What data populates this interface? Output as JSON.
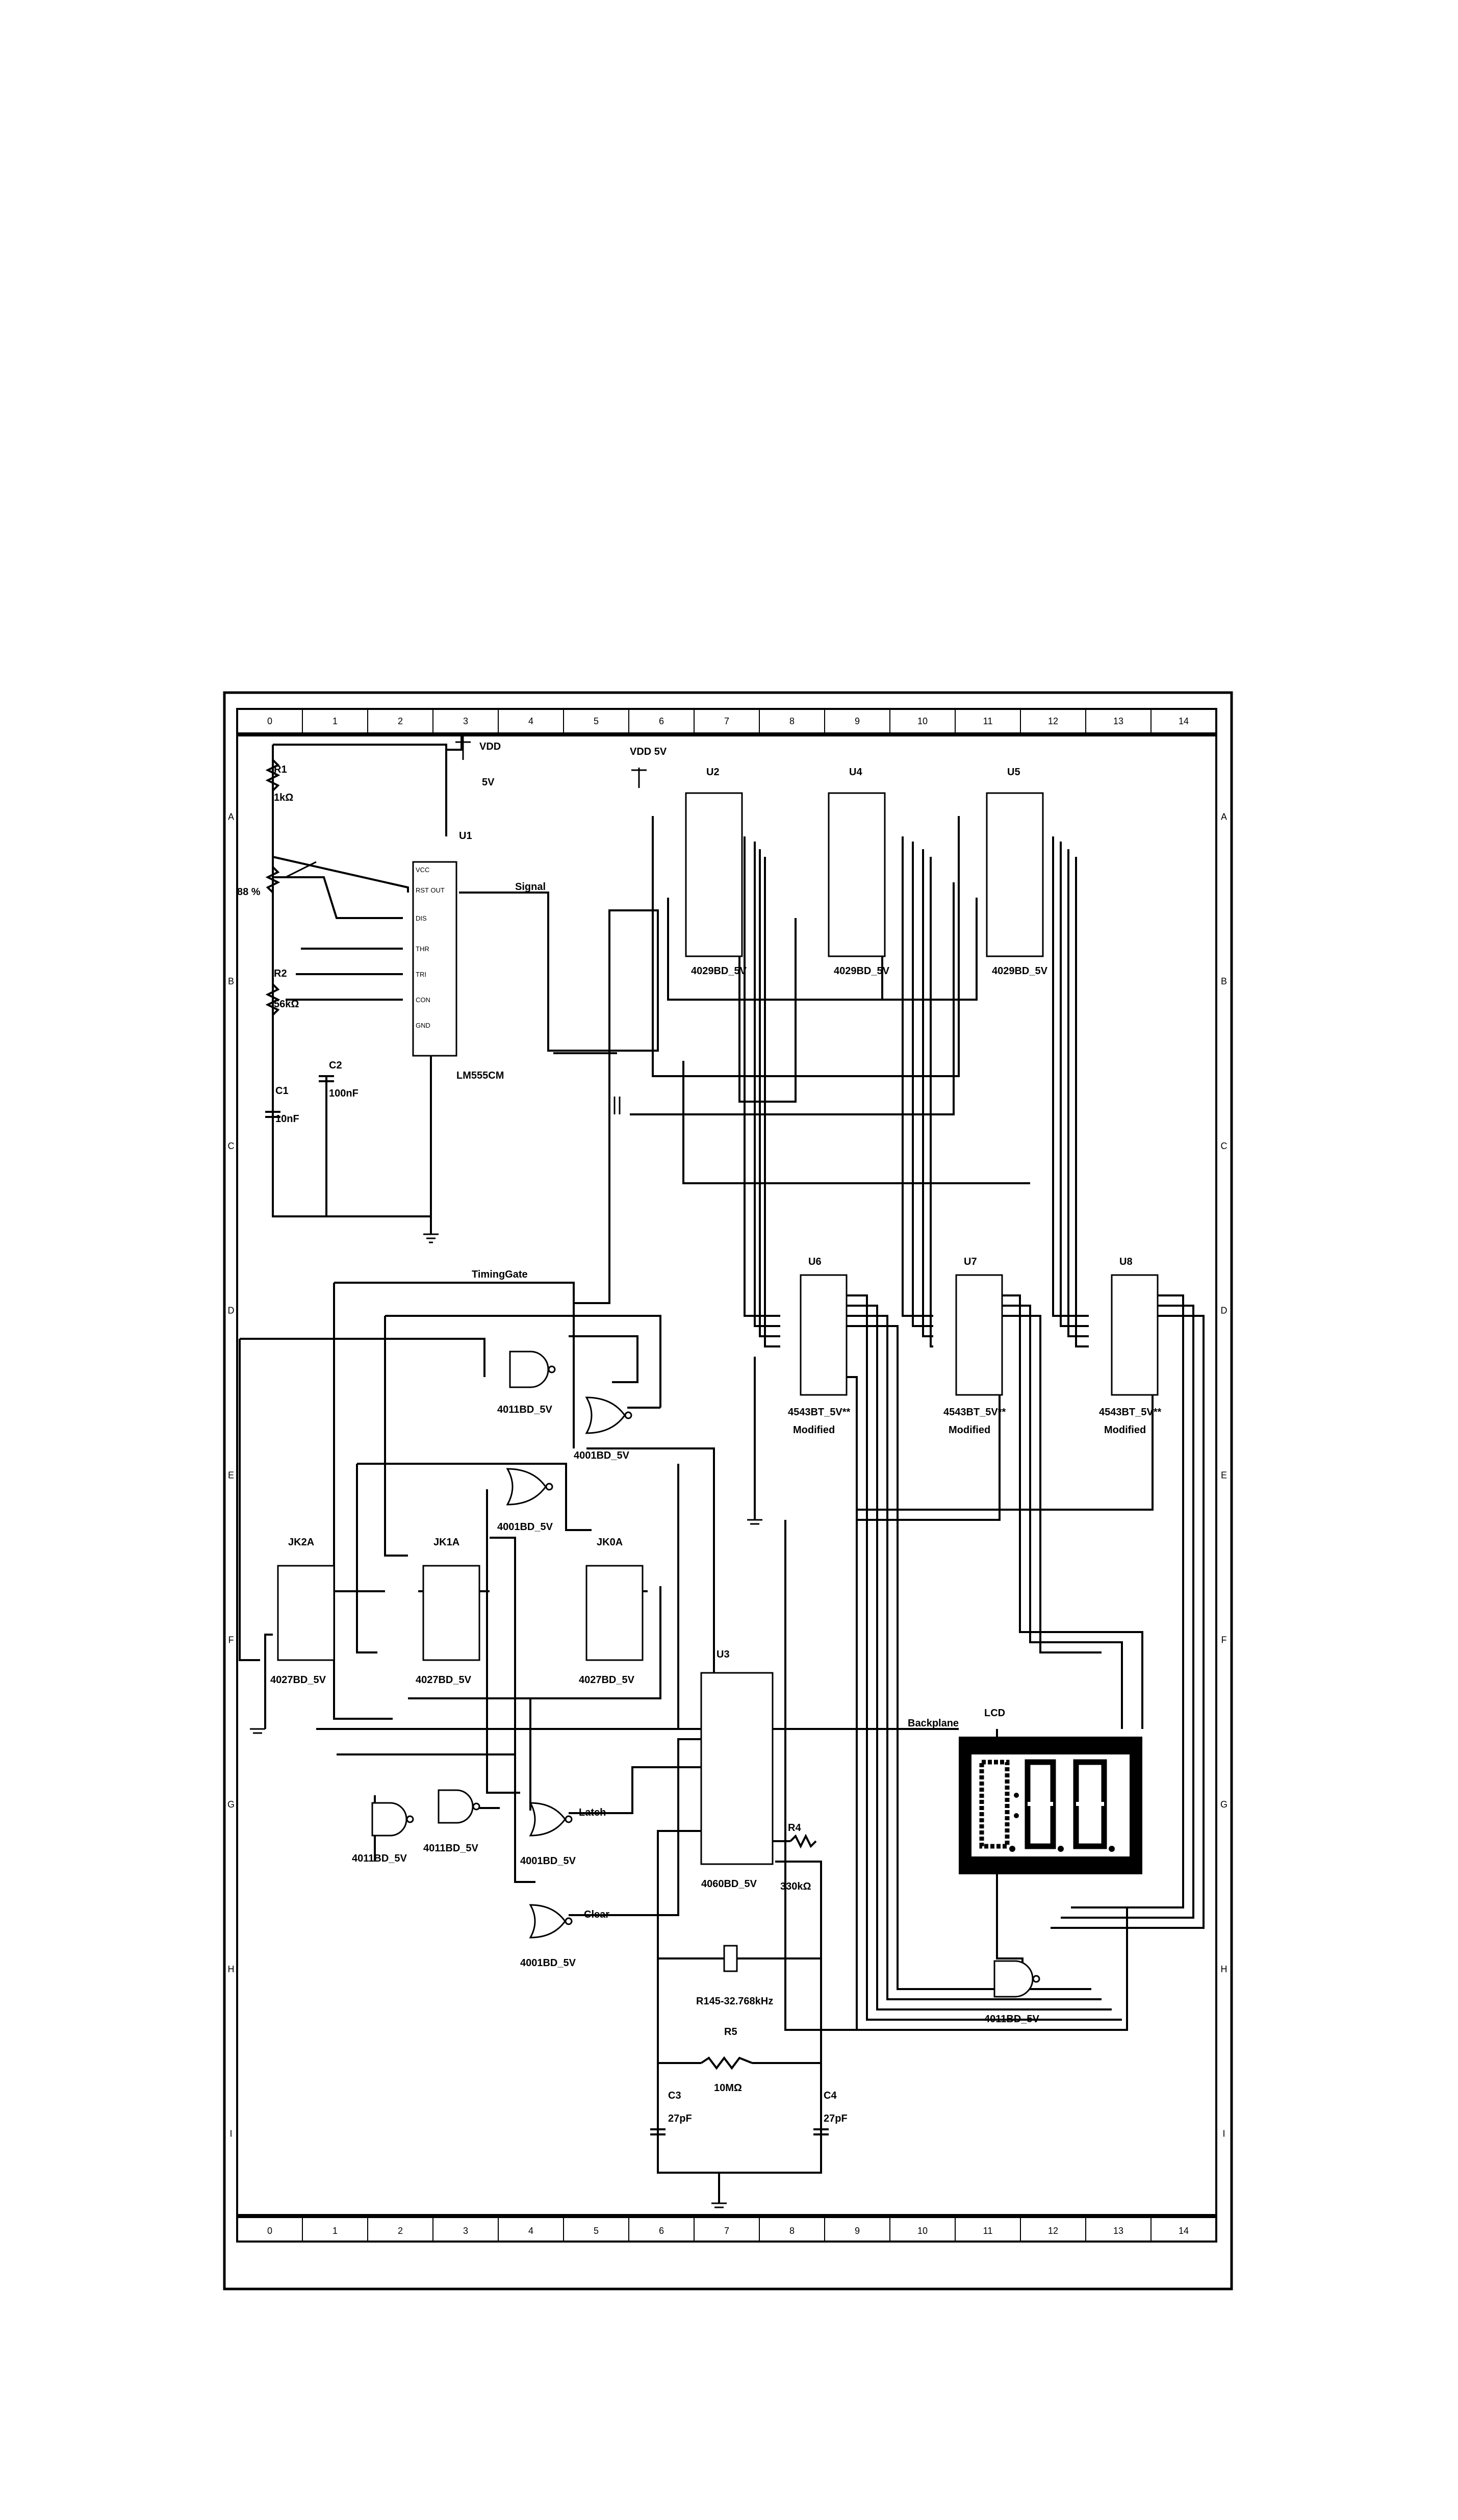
{
  "grid": {
    "columns": [
      "0",
      "1",
      "2",
      "3",
      "4",
      "5",
      "6",
      "7",
      "8",
      "9",
      "10",
      "11",
      "12",
      "13",
      "14"
    ],
    "rows": [
      "A",
      "B",
      "C",
      "D",
      "E",
      "F",
      "G",
      "H",
      "I"
    ]
  },
  "power": {
    "vdd_top": "VDD",
    "vdd_top_value": "5V",
    "vdd_5v": "VDD 5V"
  },
  "net_labels": {
    "signal": "Signal",
    "timing_gate": "TimingGate",
    "latch": "Latch",
    "clear": "Clear",
    "backplane": "Backplane"
  },
  "components": {
    "r1": {
      "ref": "R1",
      "value": "1kΩ"
    },
    "pot": {
      "value": "88 %"
    },
    "r2": {
      "ref": "R2",
      "value": "56kΩ"
    },
    "c1": {
      "ref": "C1",
      "value": "10nF"
    },
    "c2": {
      "ref": "C2",
      "value": "100nF"
    },
    "u1": {
      "ref": "U1",
      "part": "LM555CM",
      "pins": [
        "VCC",
        "RST OUT",
        "DIS",
        "THR",
        "TRI",
        "CON",
        "GND"
      ]
    },
    "u2": {
      "ref": "U2",
      "part": "4029BD_5V"
    },
    "u4": {
      "ref": "U4",
      "part": "4029BD_5V"
    },
    "u5": {
      "ref": "U5",
      "part": "4029BD_5V"
    },
    "u6": {
      "ref": "U6",
      "part": "4543BT_5V**",
      "note": "Modified"
    },
    "u7": {
      "ref": "U7",
      "part": "4543BT_5V**",
      "note": "Modified"
    },
    "u8": {
      "ref": "U8",
      "part": "4543BT_5V**",
      "note": "Modified"
    },
    "jk2a": {
      "ref": "JK2A",
      "part": "4027BD_5V"
    },
    "jk1a": {
      "ref": "JK1A",
      "part": "4027BD_5V"
    },
    "jk0a": {
      "ref": "JK0A",
      "part": "4027BD_5V"
    },
    "g_nand_top": {
      "part": "4011BD_5V"
    },
    "g_nor_top": {
      "part": "4001BD_5V"
    },
    "g_nor_mid": {
      "part": "4001BD_5V"
    },
    "g_nand_b1": {
      "part": "4011BD_5V"
    },
    "g_nand_b2": {
      "part": "4011BD_5V"
    },
    "g_nor_latch": {
      "part": "4001BD_5V"
    },
    "g_nor_clear": {
      "part": "4001BD_5V"
    },
    "g_nand_lcd": {
      "part": "4011BD_5V"
    },
    "u3": {
      "ref": "U3",
      "part": "4060BD_5V"
    },
    "r4": {
      "ref": "R4",
      "value": "330kΩ"
    },
    "xtal": {
      "value": "R145-32.768kHz"
    },
    "r5": {
      "ref": "R5",
      "value": "10MΩ"
    },
    "c3": {
      "ref": "C3",
      "value": "27pF"
    },
    "c4": {
      "ref": "C4",
      "value": "27pF"
    },
    "lcd": {
      "ref": "LCD"
    }
  }
}
